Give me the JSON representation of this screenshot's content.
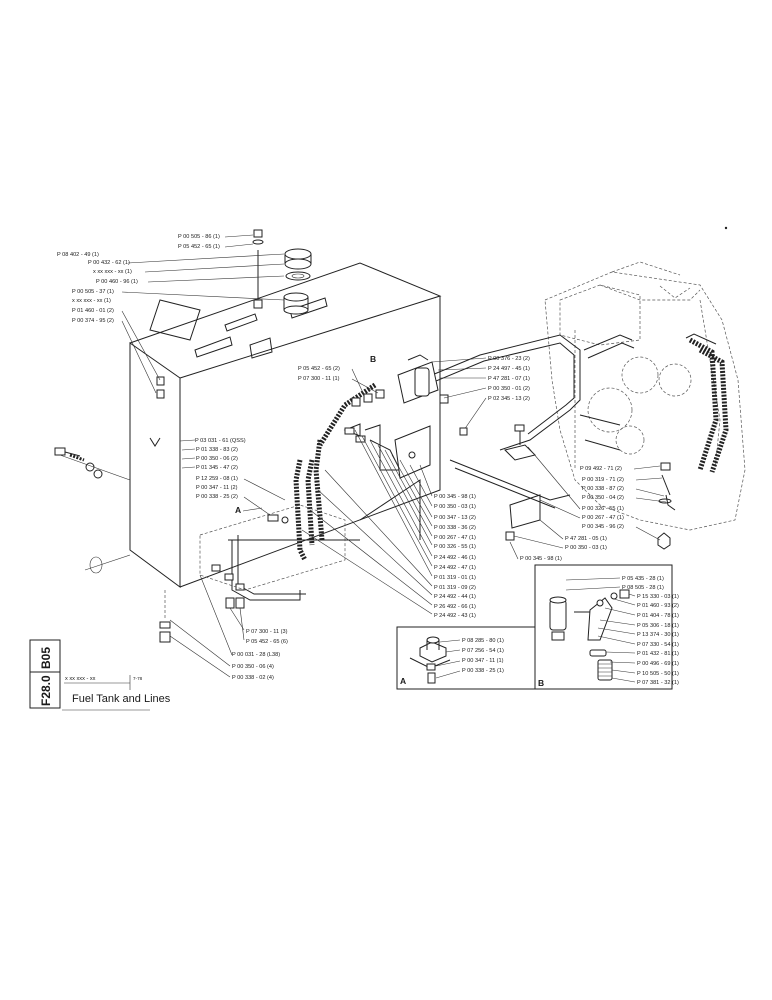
{
  "sheet": {
    "title": "Fuel Tank and Lines",
    "group_code_1": "B05",
    "group_code_2": "F28.0",
    "serial": "x xx xxx - xx",
    "date": "7-78"
  },
  "detail_labels": {
    "a": "A",
    "b": "B",
    "a_box": "A",
    "b_box": "B"
  },
  "callouts_left": [
    "P 00 505 - 86 (1)",
    "P 05 452 - 65 (1)",
    "P 08 402 - 49 (1)",
    "P 00 432 - 62 (1)",
    "x xx xxx - xx (1)",
    "P 00 460 - 96 (1)",
    "P 00 505 - 37 (1)",
    "x xx xxx - xx (1)",
    "P 01 460 - 01 (2)",
    "P 00 374 - 95 (2)"
  ],
  "callouts_mid": [
    "P 05 452 - 65 (2)",
    "P 07 300 - 11 (1)",
    "P 03 031 - 61 (QSS)",
    "P 01 338 - 83 (2)",
    "P 00 350 - 06 (2)",
    "P 01 345 - 47 (2)",
    "P 12 259 - 08 (1)",
    "P 00 347 - 11 (2)",
    "P 00 338 - 25 (2)"
  ],
  "callouts_top_right": [
    "P 00 376 - 23 (2)",
    "P 24 497 - 45 (1)",
    "P 47 281 - 07 (1)",
    "P 00 350 - 01 (2)",
    "P 02 345 - 13 (2)"
  ],
  "callouts_center": [
    "P 00 345 - 98 (1)",
    "P 00 350 - 03 (1)",
    "P 00 347 - 13 (2)",
    "P 00 338 - 36 (2)",
    "P 00 267 - 47 (1)",
    "P 00 326 - 55 (1)",
    "P 24 492 - 46 (1)",
    "P 24 492 - 47 (1)",
    "P 01 319 - 01 (1)",
    "P 01 319 - 09 (2)",
    "P 24 492 - 44 (1)",
    "P 26 492 - 66 (1)",
    "P 24 492 - 43 (1)"
  ],
  "callouts_right": [
    "P 09 492 - 71 (2)",
    "P 00 319 - 71 (2)",
    "P 00 338 - 87 (2)",
    "P 00 350 - 04 (2)",
    "P 00 326 - 55 (1)",
    "P 00 267 - 47 (1)",
    "P 00 345 - 96 (2)",
    "P 47 281 - 05 (1)",
    "P 00 350 - 03 (1)",
    "P 00 345 - 98 (1)"
  ],
  "callouts_bottom_left": [
    "P 07 300 - 11 (3)",
    "P 05 452 - 65 (6)",
    "P 00 031 - 28 (L38)",
    "P 00 350 - 06 (4)",
    "P 00 338 - 02 (4)"
  ],
  "callouts_detail_a": [
    "P 08 285 - 80 (1)",
    "P 07 256 - 54 (1)",
    "P 00 347 - 11 (1)",
    "P 00 338 - 25 (1)"
  ],
  "callouts_detail_b": [
    "P 05 435 - 28 (1)",
    "P 08 505 - 28 (1)",
    "P 15 330 - 03 (1)",
    "P 01 460 - 93 (2)",
    "P 01 404 - 78 (1)",
    "P 05 306 - 18 (1)",
    "P 13 374 - 30 (1)",
    "P 07 330 - 54 (1)",
    "P 01 432 - 81 (1)",
    "P 00 496 - 69 (1)",
    "P 10 505 - 50 (1)",
    "P 07 381 - 32 (1)"
  ]
}
